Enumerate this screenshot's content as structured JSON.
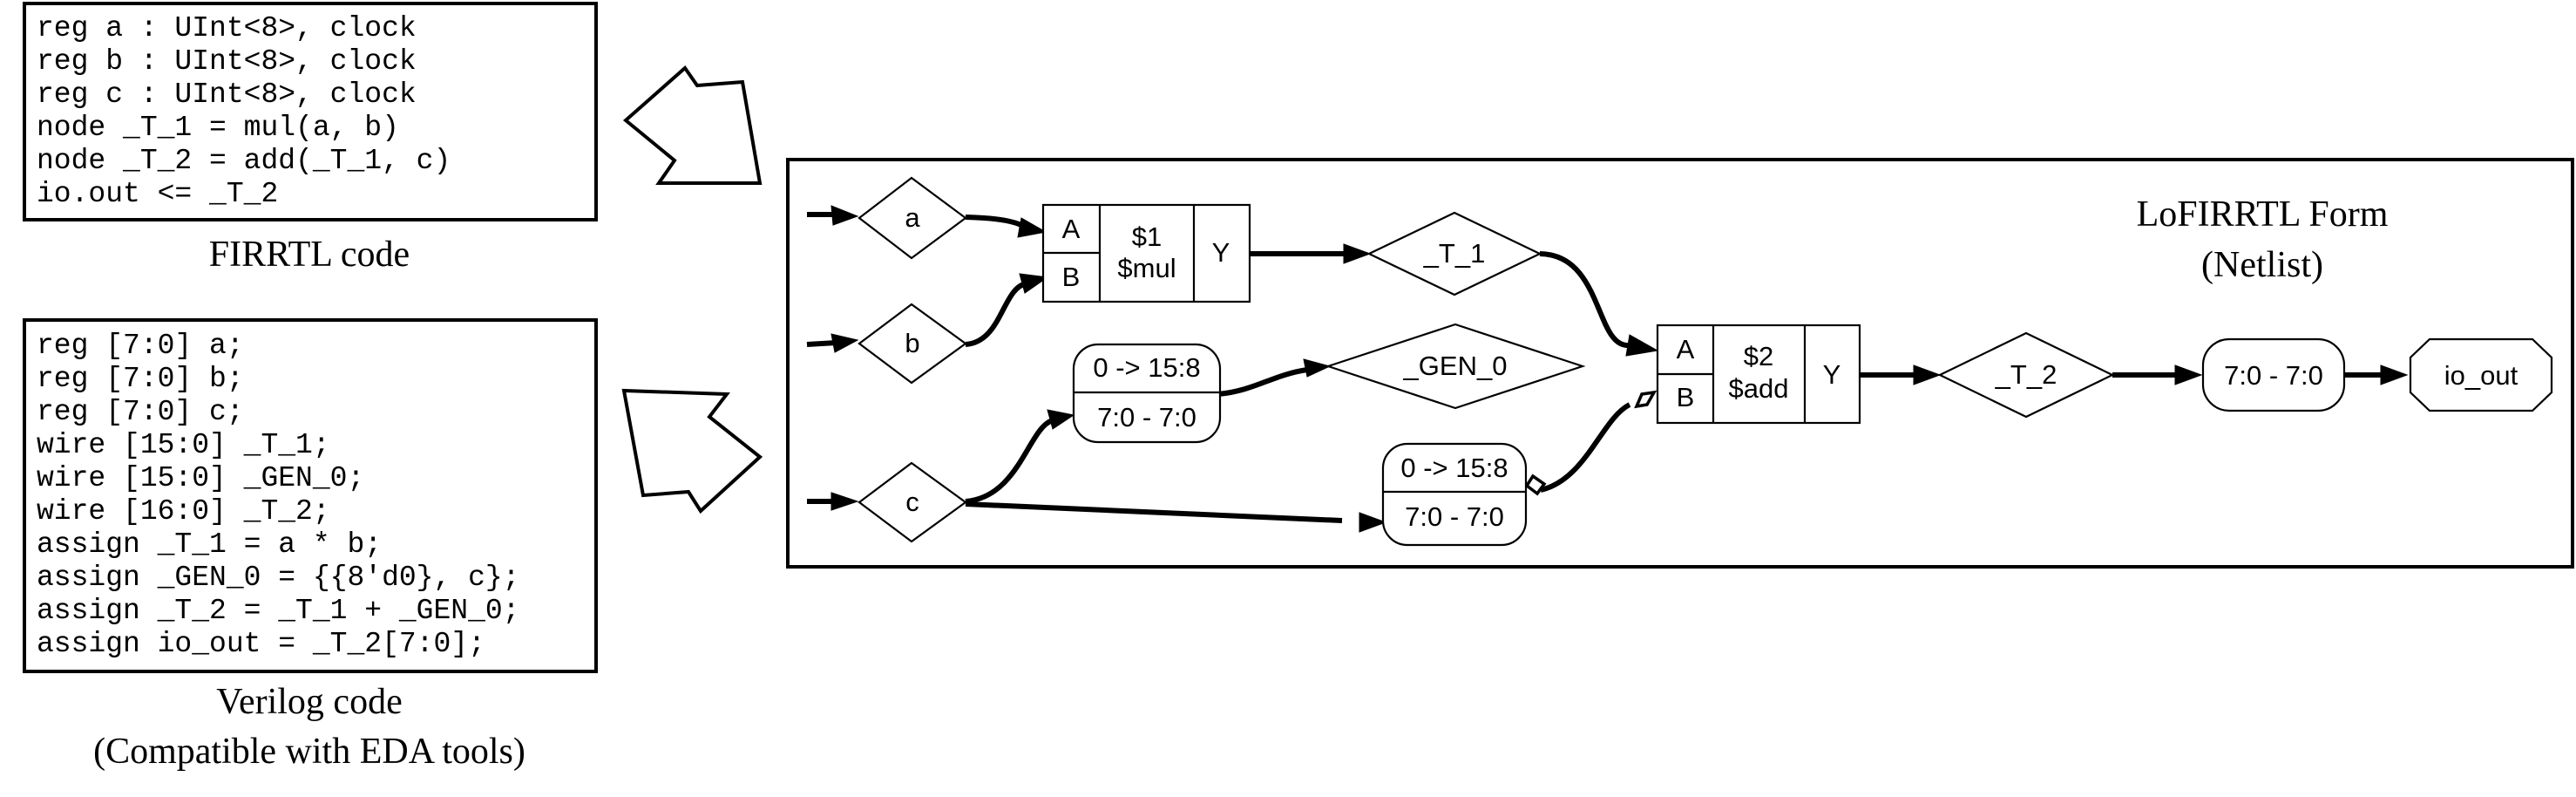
{
  "firrtl": {
    "lines": [
      "reg a : UInt<8>, clock",
      "reg b : UInt<8>, clock",
      "reg c : UInt<8>, clock",
      "node _T_1 = mul(a, b)",
      "node _T_2 = add(_T_1, c)",
      "io.out <= _T_2"
    ],
    "caption": "FIRRTL code"
  },
  "verilog": {
    "lines": [
      "reg [7:0] a;",
      "reg [7:0] b;",
      "reg [7:0] c;",
      "wire [15:0] _T_1;",
      "wire [15:0] _GEN_0;",
      "wire [16:0] _T_2;",
      "assign _T_1 = a * b;",
      "assign _GEN_0 = {{8'd0}, c};",
      "assign _T_2 = _T_1 + _GEN_0;",
      "assign io_out = _T_2[7:0];"
    ],
    "caption_line1": "Verilog code",
    "caption_line2": "(Compatible with EDA tools)"
  },
  "netlist": {
    "title_line1": "LoFIRRTL Form",
    "title_line2": "(Netlist)",
    "inputs": {
      "a": "a",
      "b": "b",
      "c": "c"
    },
    "mul_cell": {
      "port_a": "A",
      "port_b": "B",
      "id": "$1",
      "op": "$mul",
      "port_y": "Y"
    },
    "add_cell": {
      "port_a": "A",
      "port_b": "B",
      "id": "$2",
      "op": "$add",
      "port_y": "Y"
    },
    "t1": "_T_1",
    "t2": "_T_2",
    "gen0": "_GEN_0",
    "ext1": {
      "top": "0 -> 15:8",
      "bottom": "7:0 - 7:0"
    },
    "ext2": {
      "top": "0 -> 15:8",
      "bottom": "7:0 - 7:0"
    },
    "slice": "7:0 - 7:0",
    "output": "io_out"
  }
}
